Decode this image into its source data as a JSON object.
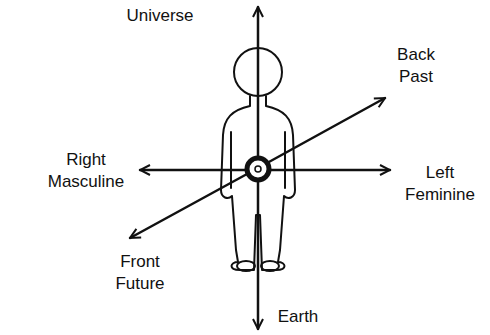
{
  "diagram": {
    "labels": [
      "Universe",
      "Back Past",
      "Right Masculine",
      "Left Feminine",
      "Front Future",
      "Earth"
    ]
  }
}
